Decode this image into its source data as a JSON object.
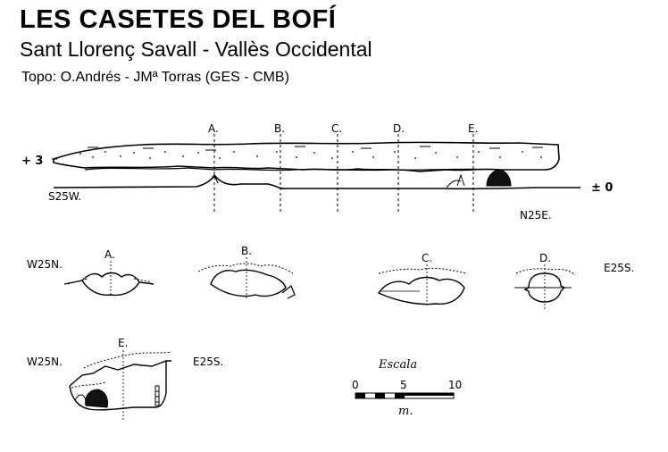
{
  "header": {
    "title": "LES CASETES DEL BOFÍ",
    "subtitle": "Sant Llorenç Savall - Vallès Occidental",
    "credits": "Topo: O.Andrés - JMª Torras (GES - CMB)"
  },
  "profile": {
    "elev_top": "+ 3",
    "elev_base": "± 0",
    "dir_left": "S25W.",
    "dir_right": "N25E.",
    "sections": [
      "A.",
      "B.",
      "C.",
      "D.",
      "E."
    ]
  },
  "cross_sections": {
    "orientation_left": "W25N.",
    "orientation_right": "E25S.",
    "labels": [
      "A.",
      "B.",
      "C.",
      "D."
    ]
  },
  "section_e": {
    "label": "E.",
    "orientation_left": "W25N.",
    "orientation_right": "E25S."
  },
  "scale": {
    "title": "Escala",
    "ticks": [
      "0",
      "5",
      "10"
    ],
    "unit": "m."
  }
}
